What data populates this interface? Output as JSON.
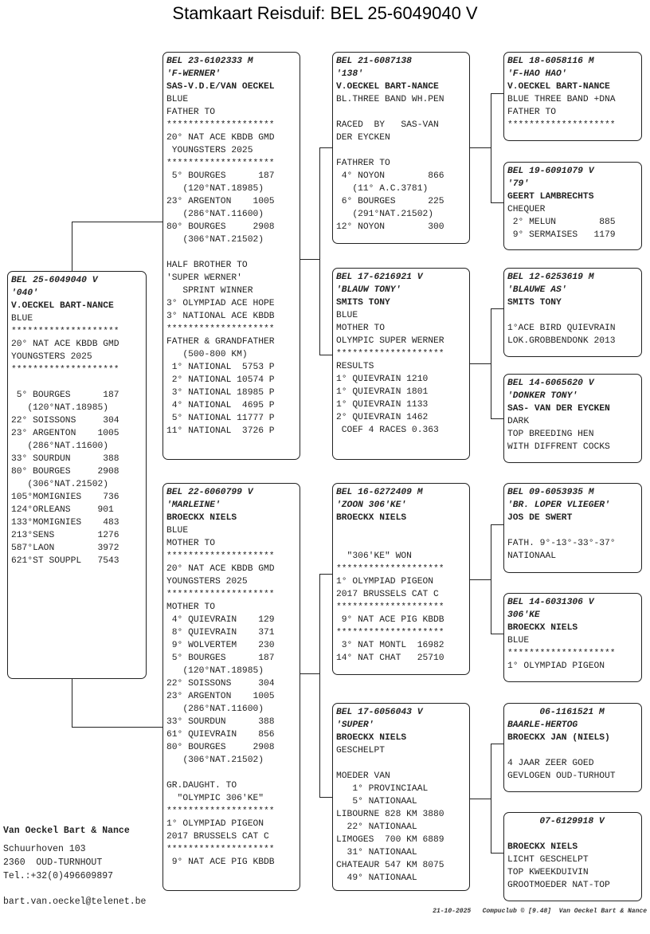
{
  "title": "Stamkaart Reisduif: BEL 25-6049040 V",
  "pigeons": {
    "subject": {
      "ring": "BEL 25-6049040 V",
      "name": "'040'",
      "breeder": "V.OECKEL BART-NANCE",
      "lines": [
        "BLUE",
        "********************",
        "20° NAT ACE KBDB GMD",
        "YOUNGSTERS 2025",
        "********************",
        "",
        " 5° BOURGES      187",
        "   (120°NAT.18985)",
        "22° SOISSONS     304",
        "23° ARGENTON    1005",
        "   (286°NAT.11600)",
        "33° SOURDUN      388",
        "80° BOURGES     2908",
        "   (306°NAT.21502)",
        "105°MOMIGNIES    736",
        "124°ORLEANS     901",
        "133°MOMIGNIES    483",
        "213°SENS        1276",
        "587°LAON        3972",
        "621°ST SOUPPL   7543"
      ]
    },
    "father": {
      "ring": "BEL 23-6102333 M",
      "name": "'F-WERNER'",
      "breeder": "SAS-V.D.E/VAN OECKEL",
      "lines": [
        "BLUE",
        "FATHER TO",
        "********************",
        "20° NAT ACE KBDB GMD",
        " YOUNGSTERS 2025",
        "********************",
        " 5° BOURGES      187",
        "   (120°NAT.18985)",
        "23° ARGENTON    1005",
        "   (286°NAT.11600)",
        "80° BOURGES     2908",
        "   (306°NAT.21502)",
        "",
        "HALF BROTHER TO",
        "'SUPER WERNER'",
        "   SPRINT WINNER",
        "3° OLYMPIAD ACE HOPE",
        "3° NATIONAL ACE KBDB",
        "********************",
        "FATHER & GRANDFATHER",
        "   (500-800 KM)",
        " 1° NATIONAL  5753 P",
        " 2° NATIONAL 10574 P",
        " 3° NATIONAL 18985 P",
        " 4° NATIONAL  4695 P",
        " 5° NATIONAL 11777 P",
        "11° NATIONAL  3726 P"
      ]
    },
    "mother": {
      "ring": "BEL 22-6060799 V",
      "name": "'MARLEINE'",
      "breeder": "BROECKX NIELS",
      "lines": [
        "BLUE",
        "MOTHER TO",
        "********************",
        "20° NAT ACE KBDB GMD",
        "YOUNGSTERS 2025",
        "********************",
        "MOTHER TO",
        " 4° QUIEVRAIN    129",
        " 8° QUIEVRAIN    371",
        " 9° WOLVERTEM    230",
        " 5° BOURGES      187",
        "   (120°NAT.18985)",
        "22° SOISSONS     304",
        "23° ARGENTON    1005",
        "   (286°NAT.11600)",
        "33° SOURDUN      388",
        "61° QUIEVRAIN    856",
        "80° BOURGES     2908",
        "   (306°NAT.21502)",
        "",
        "GR.DAUGHT. TO",
        "  \"OLYMPIC 306'KE\"",
        "********************",
        "1° OLYMPIAD PIGEON",
        "2017 BRUSSELS CAT C",
        "********************",
        " 9° NAT ACE PIG KBDB"
      ]
    },
    "ff": {
      "ring": "BEL 21-6087138",
      "name": "'138'",
      "breeder": "V.OECKEL BART-NANCE",
      "lines": [
        "BL.THREE BAND WH.PEN",
        "",
        "RACED  BY   SAS-VAN",
        "DER EYCKEN",
        "",
        "FATHRER TO",
        " 4° NOYON        866",
        "   (11° A.C.3781)",
        " 6° BOURGES      225",
        "   (291°NAT.21502)",
        "12° NOYON        300"
      ]
    },
    "fm": {
      "ring": "BEL 17-6216921 V",
      "name": "'BLAUW TONY'",
      "breeder": "SMITS TONY",
      "lines": [
        "BLUE",
        "MOTHER TO",
        "OLYMPIC SUPER WERNER",
        "********************",
        "RESULTS",
        "1° QUIEVRAIN 1210",
        "1° QUIEVRAIN 1801",
        "1° QUIEVRAIN 1133",
        "2° QUIEVRAIN 1462",
        " COEF 4 RACES 0.363"
      ]
    },
    "mf": {
      "ring": "BEL 16-6272409 M",
      "name": "'ZOON 306'KE'",
      "breeder": "BROECKX NIELS",
      "lines": [
        "",
        "",
        "  \"306'KE\" WON",
        "********************",
        "1° OLYMPIAD PIGEON",
        "2017 BRUSSELS CAT C",
        "********************",
        " 9° NAT ACE PIG KBDB",
        "********************",
        " 3° NAT MONTL  16982",
        "14° NAT CHAT   25710"
      ]
    },
    "mm": {
      "ring": "BEL 17-6056043 V",
      "name": "'SUPER'",
      "breeder": "BROECKX NIELS",
      "lines": [
        "GESCHELPT",
        "",
        "MOEDER VAN",
        "   1° PROVINCIAAL",
        "   5° NATIONAAL",
        "LIBOURNE 828 KM 3880",
        "  22° NATIONAAL",
        "LIMOGES  700 KM 6889",
        "  31° NATIONAAL",
        "CHATEAUR 547 KM 8075",
        "  49° NATIONAAL"
      ]
    },
    "fff": {
      "ring": "BEL 18-6058116 M",
      "name": "'F-HAO HAO'",
      "breeder": "V.OECKEL BART-NANCE",
      "lines": [
        "BLUE THREE BAND +DNA",
        "FATHER TO",
        "********************"
      ]
    },
    "ffm": {
      "ring": "BEL 19-6091079 V",
      "name": "'79'",
      "breeder": "GEERT LAMBRECHTS",
      "lines": [
        "CHEQUER",
        " 2° MELUN        885",
        " 9° SERMAISES   1179"
      ]
    },
    "fmf": {
      "ring": "BEL 12-6253619 M",
      "name": "'BLAUWE AS'",
      "breeder": "SMITS TONY",
      "lines": [
        "",
        "1°ACE BIRD QUIEVRAIN",
        "LOK.GROBBENDONK 2013"
      ]
    },
    "fmm": {
      "ring": "BEL 14-6065620 V",
      "name": "'DONKER TONY'",
      "breeder": "SAS- VAN DER EYCKEN",
      "lines": [
        "DARK",
        "TOP BREEDING HEN",
        "WITH DIFFRENT COCKS"
      ]
    },
    "mff": {
      "ring": "BEL 09-6053935 M",
      "name": "'BR. LOPER VLIEGER'",
      "breeder": "JOS DE SWERT",
      "lines": [
        "",
        "FATH. 9°-13°-33°-37°",
        "NATIONAAL"
      ]
    },
    "mfm": {
      "ring": "BEL 14-6031306 V",
      "name": "306'KE",
      "breeder": "BROECKX NIELS",
      "lines": [
        "BLUE",
        "********************",
        "1° OLYMPIAD PIGEON"
      ]
    },
    "mmf": {
      "ring": "06-1161521 M",
      "name": "BAARLE-HERTOG",
      "breeder": "BROECKX JAN (NIELS)",
      "lines": [
        "",
        "4 JAAR ZEER GOED",
        "GEVLOGEN OUD-TURHOUT"
      ]
    },
    "mmm": {
      "ring": "07-6129918 V",
      "name": "",
      "breeder": "BROECKX NIELS",
      "lines": [
        "LICHT GESCHELPT",
        "TOP KWEEKDUIVIN",
        "GROOTMOEDER NAT-TOP"
      ]
    }
  },
  "owner": {
    "name": "Van Oeckel Bart & Nance",
    "address": "Schuurhoven 103",
    "city": "2360  OUD-TURNHOUT",
    "phone": "Tel.:+32(0)496609897",
    "email": "bart.van.oeckel@telenet.be"
  },
  "footer": "21-10-2025   Compuclub © [9.48]  Van Oeckel Bart & Nance"
}
